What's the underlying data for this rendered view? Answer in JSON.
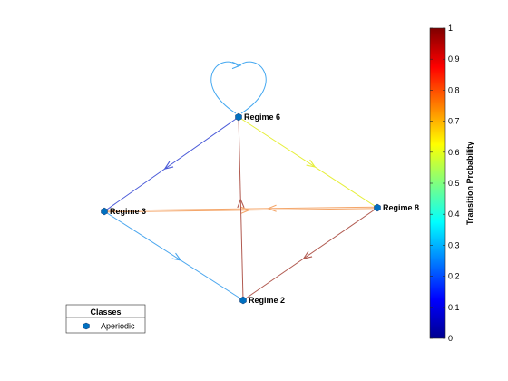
{
  "nodes": [
    {
      "id": "r6",
      "label": "Regime 6"
    },
    {
      "id": "r3",
      "label": "Regime 3"
    },
    {
      "id": "r8",
      "label": "Regime 8"
    },
    {
      "id": "r2",
      "label": "Regime 2"
    }
  ],
  "edges": [
    {
      "from": "r6",
      "to": "r6",
      "p": 0.28,
      "color": "#45a8f0"
    },
    {
      "from": "r6",
      "to": "r3",
      "p": 0.1,
      "color": "#4a5ad8"
    },
    {
      "from": "r6",
      "to": "r8",
      "p": 0.6,
      "color": "#e6ef3a"
    },
    {
      "from": "r3",
      "to": "r2",
      "p": 0.28,
      "color": "#4aa6ee"
    },
    {
      "from": "r3",
      "to": "r8",
      "p": 0.75,
      "color": "#f4a66a"
    },
    {
      "from": "r8",
      "to": "r3",
      "p": 0.75,
      "color": "#f4a66a"
    },
    {
      "from": "r2",
      "to": "r6",
      "p": 0.92,
      "color": "#b15a50"
    },
    {
      "from": "r8",
      "to": "r2",
      "p": 0.92,
      "color": "#b15a50"
    }
  ],
  "node_color": "#0070c0",
  "colorbar": {
    "title": "Transition Probability",
    "ticks": [
      "0",
      "0.1",
      "0.2",
      "0.3",
      "0.4",
      "0.5",
      "0.6",
      "0.7",
      "0.8",
      "0.9",
      "1"
    ]
  },
  "legend": {
    "title": "Classes",
    "items": [
      {
        "label": "Aperiodic"
      }
    ]
  }
}
